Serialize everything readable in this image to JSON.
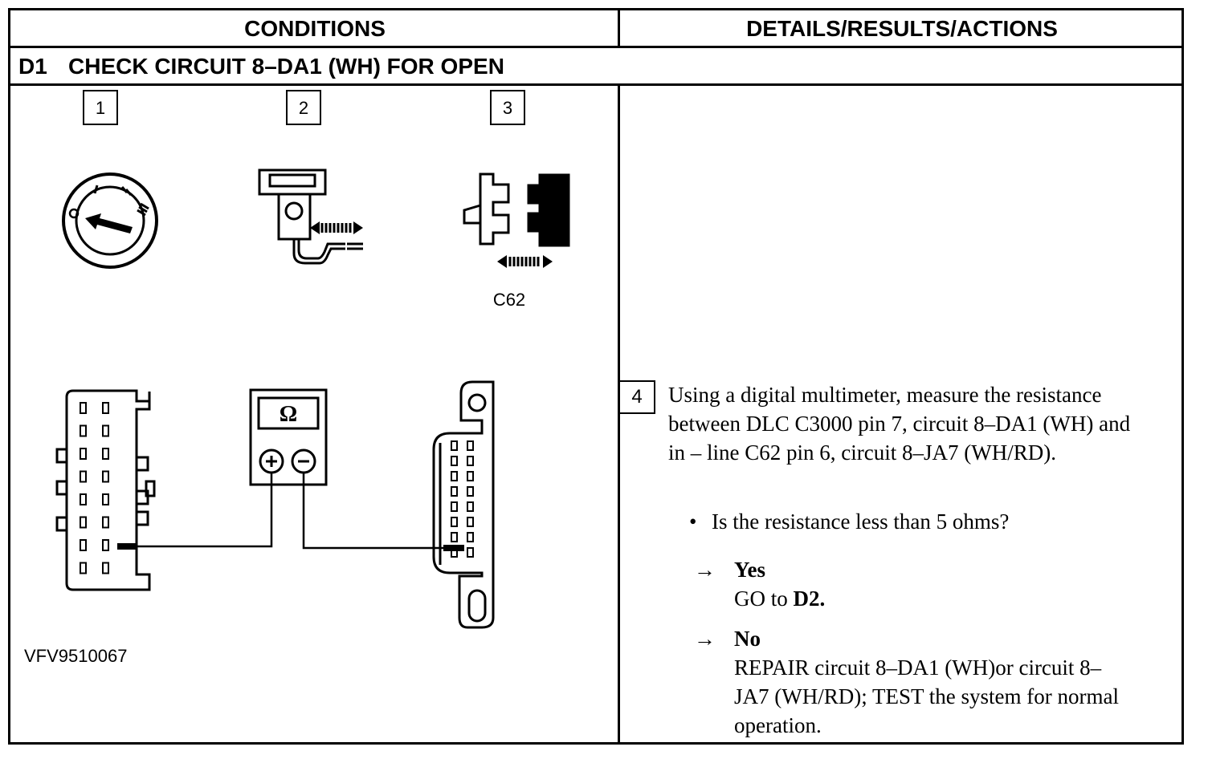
{
  "header": {
    "conditions_label": "CONDITIONS",
    "details_label": "DETAILS/RESULTS/ACTIONS"
  },
  "step": {
    "id": "D1",
    "title": "CHECK CIRCUIT 8–DA1 (WH) FOR OPEN"
  },
  "illustration": {
    "callouts": [
      "1",
      "2",
      "3"
    ],
    "connector_label": "C62",
    "meter_symbol": "Ω",
    "figure_id": "VFV9510067"
  },
  "details": {
    "step_number": "4",
    "instruction": "Using a digital multimeter, measure the resistance between DLC C3000 pin 7, circuit 8–DA1 (WH) and in – line C62 pin 6, circuit 8–JA7 (WH/RD).",
    "question": "Is the resistance less than 5 ohms?",
    "bullet": "•",
    "yes": {
      "arrow": "→",
      "label": "Yes",
      "action_prefix": "GO to",
      "action_target": "D2."
    },
    "no": {
      "arrow": "→",
      "label": "No",
      "action": "REPAIR circuit 8–DA1 (WH)or circuit 8–JA7 (WH/RD); TEST the system for normal operation."
    }
  }
}
